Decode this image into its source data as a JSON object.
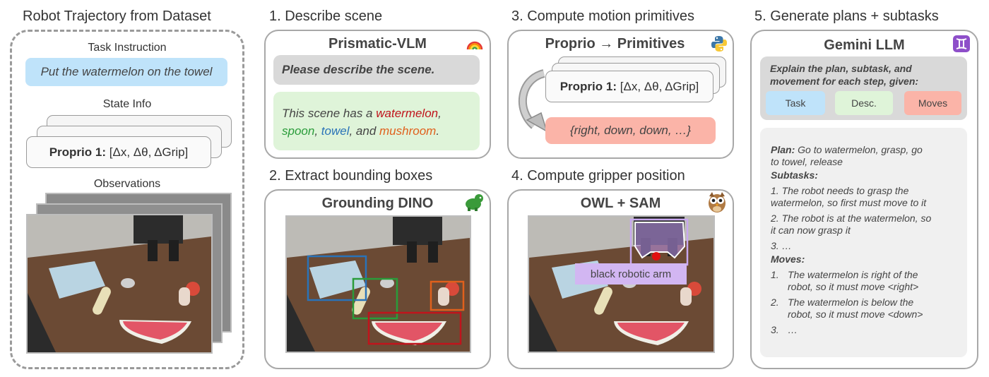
{
  "sections": {
    "s0": "Robot Trajectory from Dataset",
    "s1": "1. Describe scene",
    "s2": "2. Extract bounding boxes",
    "s3": "3. Compute motion primitives",
    "s4": "4. Compute gripper position",
    "s5": "5. Generate plans + subtasks"
  },
  "dataset": {
    "task_label": "Task Instruction",
    "task_text": "Put the watermelon on the towel",
    "state_label": "State Info",
    "proprio_bold": "Proprio 1:",
    "proprio_rest": "[Δx, Δθ, ΔGrip]",
    "obs_label": "Observations"
  },
  "describe": {
    "model": "Prismatic-VLM",
    "prompt": "Please describe the scene.",
    "resp_a": "This scene has a ",
    "resp_watermelon": "watermelon",
    "resp_comma1": ",",
    "resp_spoon": "spoon",
    "resp_comma2": ", ",
    "resp_towel": "towel",
    "resp_and": ", and ",
    "resp_mushroom": "mushroom",
    "resp_end": "."
  },
  "bbox": {
    "model": "Grounding DINO"
  },
  "primitives": {
    "title": "Proprio → Primitives",
    "proprio_bold": "Proprio 1:",
    "proprio_rest": "[Δx, Δθ, ΔGrip]",
    "output": "{right, down, down, …}"
  },
  "gripper": {
    "model": "OWL + SAM",
    "label": "black robotic arm"
  },
  "gemini": {
    "model": "Gemini LLM",
    "prompt_line1": "Explain the plan, subtask, and",
    "prompt_line2": "movement for each step, given:",
    "pill_task": "Task",
    "pill_desc": "Desc.",
    "pill_moves": "Moves",
    "plan_label": "Plan:",
    "plan_text": " Go to watermelon, grasp, go",
    "plan_text2": "to towel, release",
    "subtasks_label": "Subtasks:",
    "sub1a": "1. The robot needs to grasp the",
    "sub1b": "watermelon, so first must move to it",
    "sub2a": "2. The robot is at the watermelon, so",
    "sub2b": "it can now grasp it",
    "sub3": "3. …",
    "moves_label": "Moves:",
    "m1n": "1.",
    "m1a": "The watermelon is right of the",
    "m1b": "robot, so it must move <right>",
    "m2n": "2.",
    "m2a": "The watermelon is below the",
    "m2b": "robot, so it must move <down>",
    "m3n": "3.",
    "m3": "…"
  },
  "colors": {
    "task_blue": "#bfe3fa",
    "resp_green": "#dff4d9",
    "primitive_red": "#fbb4a8",
    "watermelon": "#c0141c",
    "spoon": "#2a9c3a",
    "towel": "#2a73b8",
    "mushroom": "#e0601c",
    "owl_label": "#d2b6f2"
  },
  "icons": {
    "rainbow": "rainbow-icon",
    "python": "python-icon",
    "dino": "dino-icon",
    "owl": "owl-icon",
    "gemini": "gemini-icon"
  }
}
